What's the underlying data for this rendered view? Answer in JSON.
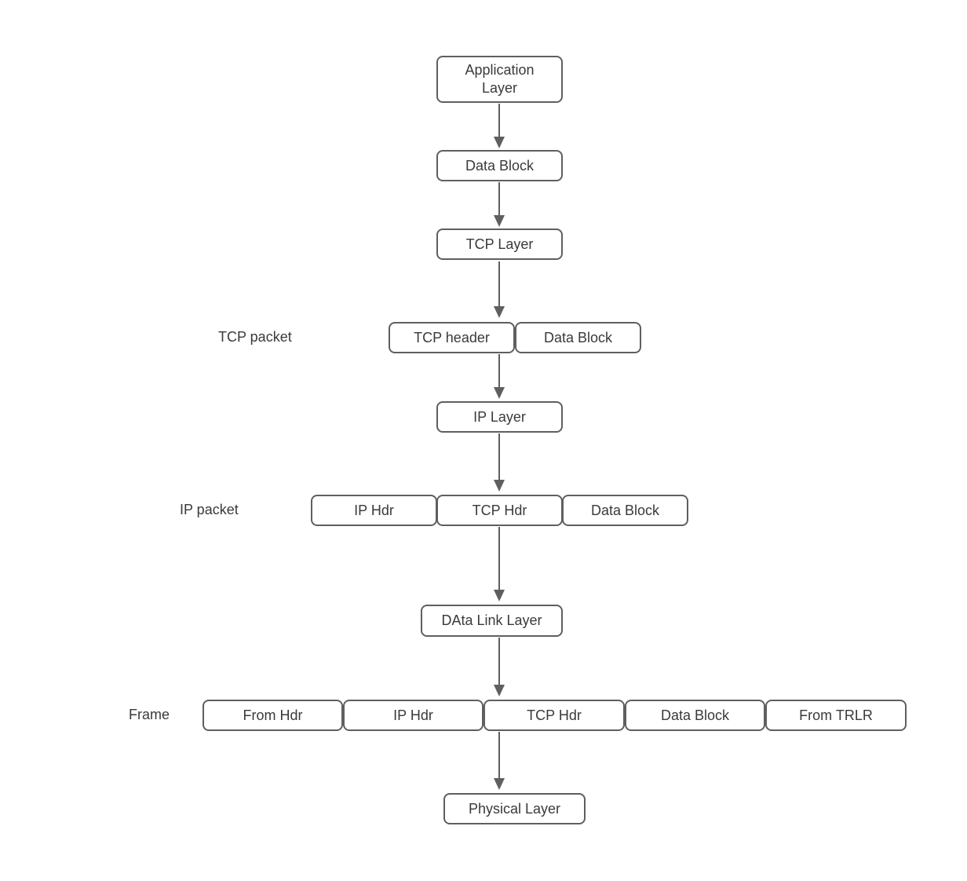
{
  "diagram": {
    "type": "flowchart",
    "subject": "TCP/IP data encapsulation layers",
    "nodes": {
      "application_layer": {
        "label": "Application Layer"
      },
      "data_block_top": {
        "label": "Data Block"
      },
      "tcp_layer": {
        "label": "TCP Layer"
      },
      "tcp_header": {
        "label": "TCP header"
      },
      "tcp_packet_data_block": {
        "label": "Data Block"
      },
      "ip_layer": {
        "label": "IP Layer"
      },
      "ip_packet_ip_hdr": {
        "label": "IP Hdr"
      },
      "ip_packet_tcp_hdr": {
        "label": "TCP Hdr"
      },
      "ip_packet_data_block": {
        "label": "Data Block"
      },
      "data_link_layer": {
        "label": "DAta Link Layer"
      },
      "frame_from_hdr": {
        "label": "From Hdr"
      },
      "frame_ip_hdr": {
        "label": "IP Hdr"
      },
      "frame_tcp_hdr": {
        "label": "TCP Hdr"
      },
      "frame_data_block": {
        "label": "Data Block"
      },
      "frame_from_trlr": {
        "label": "From TRLR"
      },
      "physical_layer": {
        "label": "Physical Layer"
      }
    },
    "row_labels": {
      "tcp_packet": "TCP packet",
      "ip_packet": "IP packet",
      "frame": "Frame"
    },
    "colors": {
      "node_border": "#5f5f5f",
      "node_fill": "#ffffff",
      "text": "#3a3a3a",
      "arrow": "#5f5f5f",
      "background": "#ffffff"
    }
  }
}
